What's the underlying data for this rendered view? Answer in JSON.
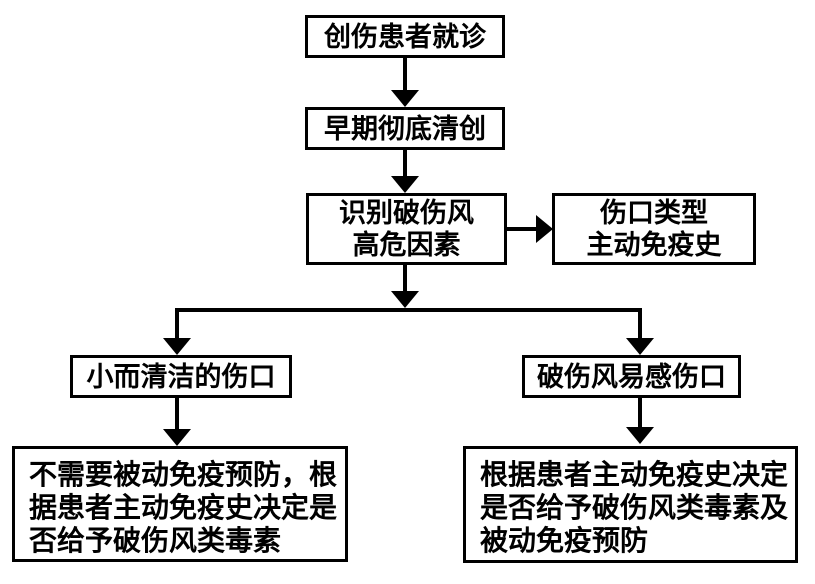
{
  "colors": {
    "background": "#ffffff",
    "line": "#000000",
    "text": "#000000"
  },
  "flowchart": {
    "nodes": {
      "trauma_visit": {
        "label": "创伤患者就诊"
      },
      "debridement": {
        "label": "早期彻底清创"
      },
      "identify_risk": {
        "line1": "识别破伤风",
        "line2": "高危因素"
      },
      "wound_assessment": {
        "line1": "伤口类型",
        "line2": "主动免疫史"
      },
      "clean_wound": {
        "label": "小而清洁的伤口"
      },
      "prone_wound": {
        "label": "破伤风易感伤口"
      },
      "clean_wound_action": {
        "text": "不需要被动免疫预防，根据患者主动免疫史决定是否给予破伤风类毒素"
      },
      "prone_wound_action": {
        "text": "根据患者主动免疫史决定是否给予破伤风类毒素及被动免疫预防"
      }
    }
  }
}
